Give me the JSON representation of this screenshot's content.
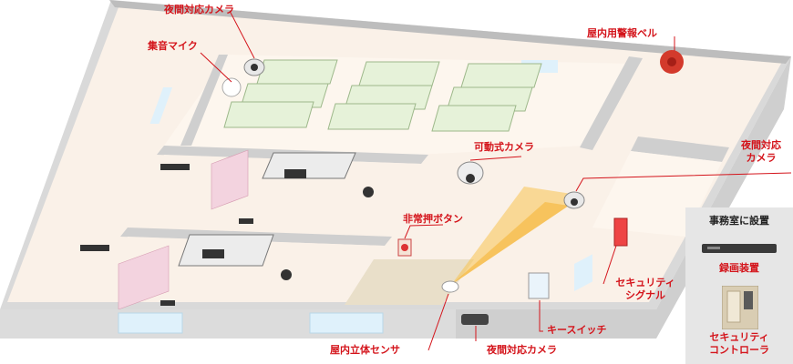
{
  "labels": {
    "night_camera_top": "夜間対応カメラ",
    "sound_mic": "集音マイク",
    "alarm_bell": "屋内用警報ベル",
    "ptz_camera": "可動式カメラ",
    "night_camera_right_line1": "夜間対応",
    "night_camera_right_line2": "カメラ",
    "emergency_button": "非常押ボタン",
    "security_signal_line1": "セキュリティ",
    "security_signal_line2": "シグナル",
    "key_switch": "キースイッチ",
    "indoor_sensor": "屋内立体センサ",
    "night_camera_bottom": "夜間対応カメラ"
  },
  "office_panel": {
    "title": "事務室に設置",
    "recorder": "録画装置",
    "controller_line1": "セキュリティ",
    "controller_line2": "コントローラ"
  },
  "colors": {
    "label_red": "#d4141b",
    "leader_line": "#d4141b",
    "floor": "#faf1e8",
    "wall": "#cfcfcf",
    "glass": "#dff1fb",
    "desk_green": "#e6f2d9",
    "sensor_beam": "#f7c350",
    "panel_bg": "#e6e6e6"
  }
}
